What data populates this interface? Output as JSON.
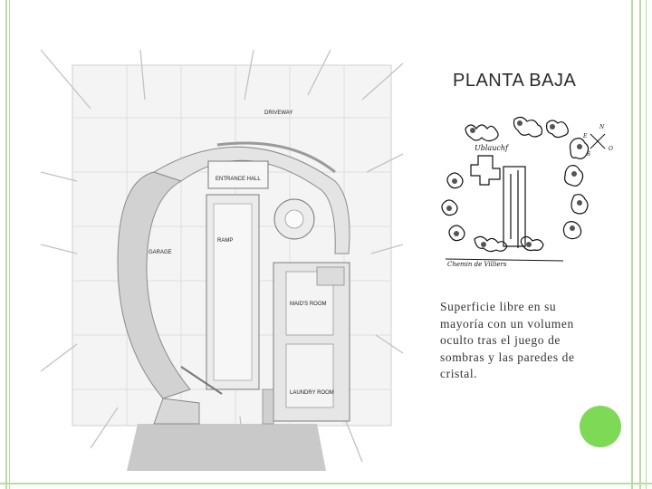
{
  "slide": {
    "title": "PLANTA BAJA",
    "description": "Superficie libre en su mayoría con un volumen oculto tras el juego de sombras y las paredes de cristal.",
    "accent_color": "#7ed957",
    "border_color": "#b9dca5"
  },
  "plan_labels": {
    "driveway": "DRIVEWAY",
    "entrance_hall": "ENTRANCE HALL",
    "ramp": "RAMP",
    "garage": "GARAGE",
    "maids_room": "MAID'S ROOM",
    "laundry_room": "LAUNDRY ROOM"
  },
  "sketch_labels": {
    "label": "Ublauchf",
    "road": "Chemin de Villiers",
    "compass": [
      "N",
      "E",
      "S",
      "O"
    ]
  }
}
